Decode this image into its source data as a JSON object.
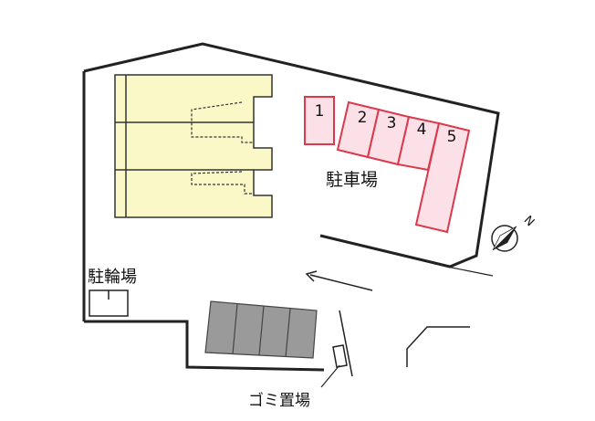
{
  "labels": {
    "parking_lot": "駐車場",
    "bicycle_parking": "駐輪場",
    "garbage_area": "ゴミ置場",
    "compass": "N"
  },
  "parking_spaces": [
    "1",
    "2",
    "3",
    "4",
    "5"
  ],
  "colors": {
    "building_fill": "#fbf8c8",
    "parking_fill": "#fbe0e8",
    "parking_stroke": "#d93a4c",
    "gray_slots": "#9a9a9a",
    "line": "#222222"
  }
}
